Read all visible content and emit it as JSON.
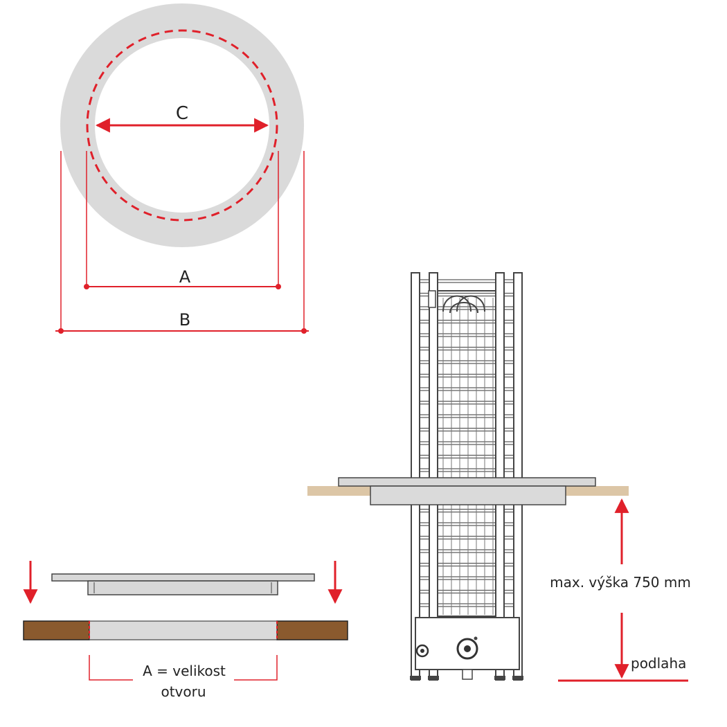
{
  "labels": {
    "c": "C",
    "a": "A",
    "b": "B",
    "max_height": "max. výška 750 mm",
    "floor": "podlaha",
    "opening_line1": "A = velikost",
    "opening_line2": "otvoru"
  },
  "colors": {
    "dimension_red": "#e0202a",
    "ring_gray": "#dadada",
    "steel": "#444444",
    "wood_light": "#dcc6a6",
    "wood_dark": "#8a5a2e"
  }
}
